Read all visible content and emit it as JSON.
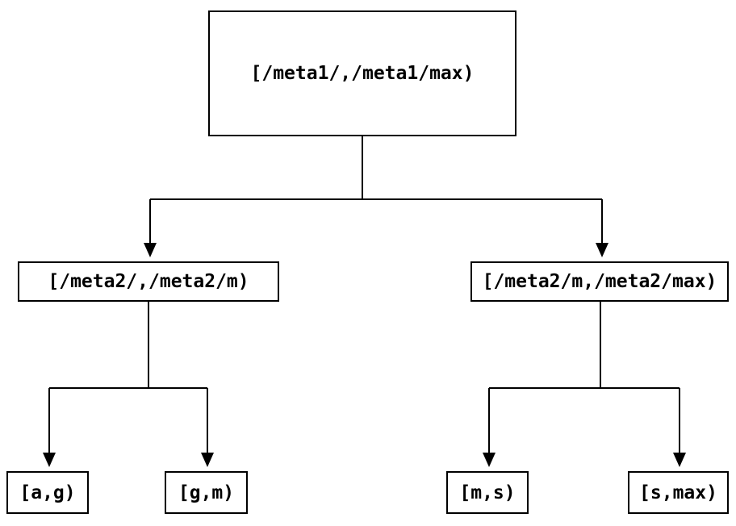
{
  "diagram": {
    "type": "tree",
    "background_color": "#ffffff",
    "line_color": "#000000",
    "text_color": "#000000",
    "nodes": {
      "root": {
        "label": "[/meta1/,/meta1/max)"
      },
      "left": {
        "label": "[/meta2/,/meta2/m)"
      },
      "right": {
        "label": "[/meta2/m,/meta2/max)"
      },
      "leaf_ag": {
        "label": "[a,g)"
      },
      "leaf_gm": {
        "label": "[g,m)"
      },
      "leaf_ms": {
        "label": "[m,s)"
      },
      "leaf_smax": {
        "label": "[s,max)"
      }
    },
    "edges": [
      {
        "from": "root",
        "to": "left"
      },
      {
        "from": "root",
        "to": "right"
      },
      {
        "from": "left",
        "to": "leaf_ag"
      },
      {
        "from": "left",
        "to": "leaf_gm"
      },
      {
        "from": "right",
        "to": "leaf_ms"
      },
      {
        "from": "right",
        "to": "leaf_smax"
      }
    ]
  }
}
